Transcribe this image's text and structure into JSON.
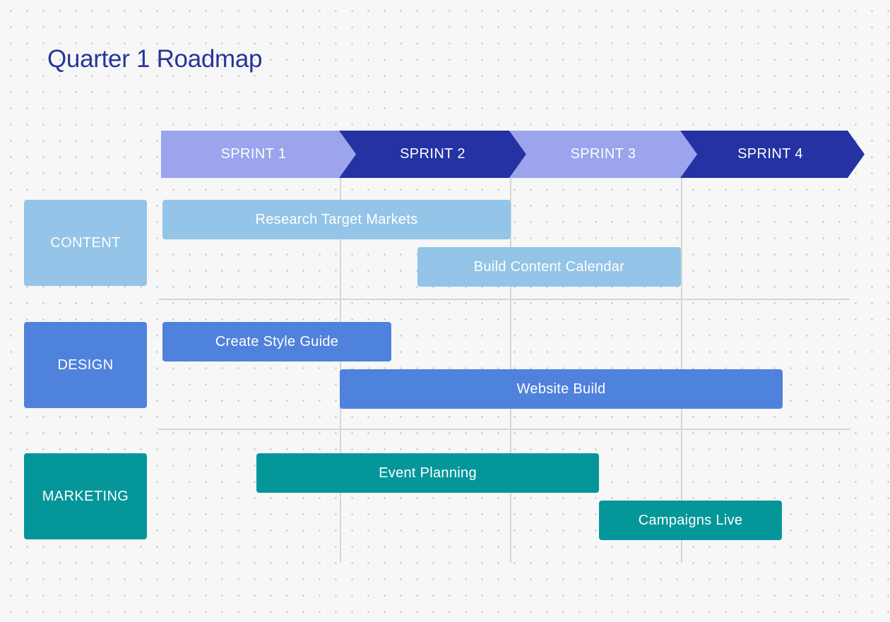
{
  "title": "Quarter 1 Roadmap",
  "colors": {
    "title": "#28349a",
    "sprint_light": "#9ca4ee",
    "sprint_dark": "#2432a3",
    "content": "#94c4e7",
    "design": "#4f82dc",
    "marketing": "#05969a"
  },
  "sprints": [
    {
      "label": "SPRINT 1"
    },
    {
      "label": "SPRINT 2"
    },
    {
      "label": "SPRINT 3"
    },
    {
      "label": "SPRINT 4"
    }
  ],
  "lanes": [
    {
      "label": "CONTENT"
    },
    {
      "label": "DESIGN"
    },
    {
      "label": "MARKETING"
    }
  ],
  "tasks": [
    {
      "label": "Research Target Markets"
    },
    {
      "label": "Build Content Calendar"
    },
    {
      "label": "Create Style Guide"
    },
    {
      "label": "Website Build"
    },
    {
      "label": "Event Planning"
    },
    {
      "label": "Campaigns Live"
    }
  ]
}
